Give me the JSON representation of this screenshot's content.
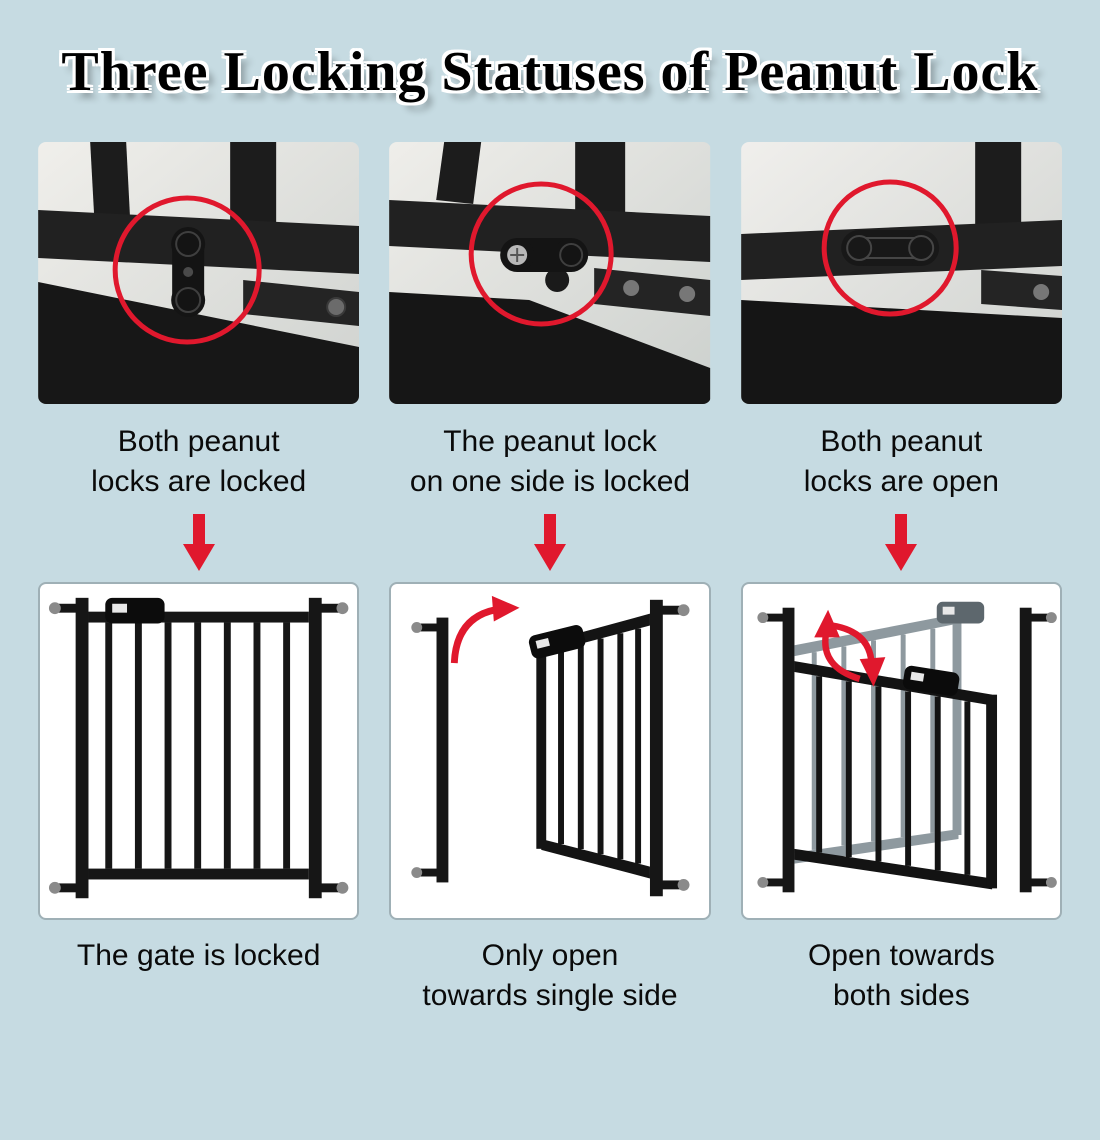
{
  "title": "Three Locking Statuses of Peanut Lock",
  "colors": {
    "page_bg": "#c6dbe2",
    "accent_red": "#e0182d",
    "gate_black": "#161616",
    "ghost_gray": "#8e999f"
  },
  "columns": [
    {
      "id": "both-locked",
      "top_caption": [
        "Both peanut",
        "locks are locked"
      ],
      "arrow_icon": "red-down-arrow",
      "bottom_caption": [
        "The gate is locked",
        ""
      ]
    },
    {
      "id": "one-side-locked",
      "top_caption": [
        "The peanut lock",
        "on one side is locked"
      ],
      "arrow_icon": "red-down-arrow",
      "bottom_caption": [
        "Only open",
        "towards single side"
      ]
    },
    {
      "id": "both-open",
      "top_caption": [
        "Both peanut",
        "locks are open"
      ],
      "arrow_icon": "red-down-arrow",
      "bottom_caption": [
        "Open towards",
        "both sides"
      ]
    }
  ]
}
